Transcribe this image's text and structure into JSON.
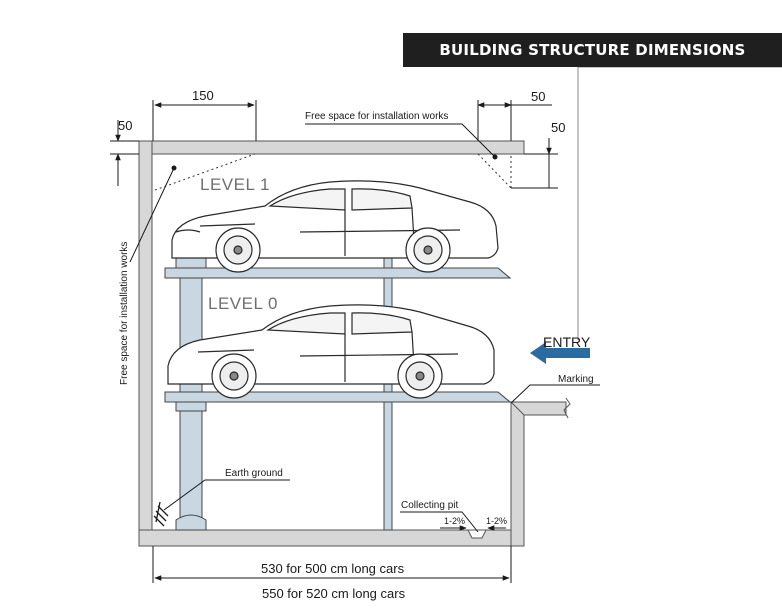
{
  "title": "BUILDING STRUCTURE DIMENSIONS",
  "levels": {
    "upper": "LEVEL 1",
    "lower": "LEVEL 0"
  },
  "dimensions": {
    "top_clearance": "150",
    "top_left_offset": "50",
    "top_right_offset": "50",
    "right_offset": "50",
    "width_500": "530 for 500 cm long cars",
    "width_520": "550 for 520 cm long cars"
  },
  "labels": {
    "free_space_top": "Free space for installation works",
    "free_space_side": "Free space for installation works",
    "entry": "ENTRY",
    "marking": "Marking",
    "earth_ground": "Earth ground",
    "collecting_pit": "Collecting pit",
    "slope_left": "1-2%",
    "slope_right": "1-2%"
  },
  "colors": {
    "title_bg": "#1f1f1f",
    "steel": "#c9d7e3",
    "concrete": "#d7d7d7",
    "entry_arrow": "#2a6ca0"
  }
}
